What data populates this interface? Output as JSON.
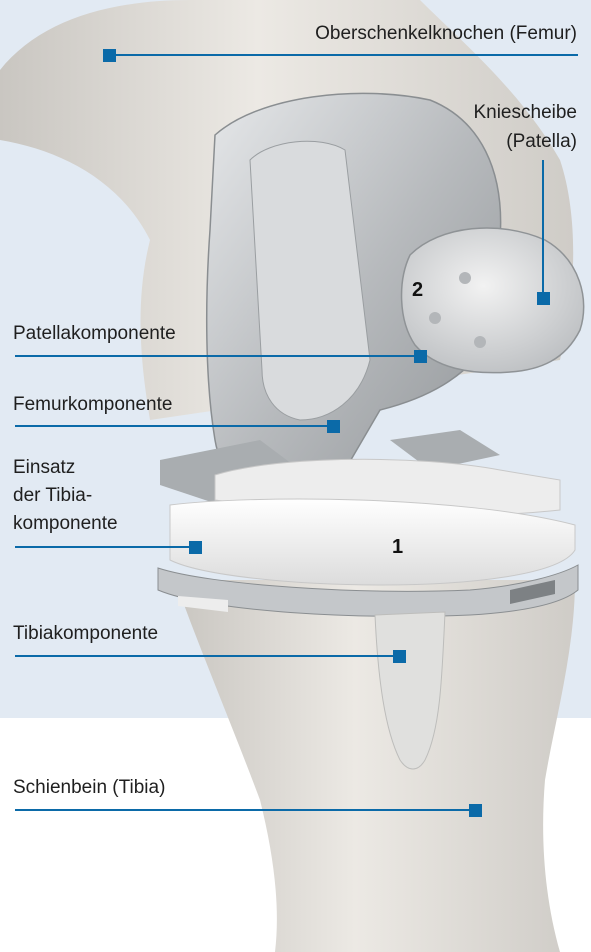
{
  "labels": {
    "femur": "Oberschenkelknochen (Femur)",
    "patella_line1": "Kniescheibe",
    "patella_line2": "(Patella)",
    "patella_component": "Patellakomponente",
    "femur_component": "Femurkomponente",
    "insert_line1": "Einsatz",
    "insert_line2": "der Tibia-",
    "insert_line3": "komponente",
    "tibia_component": "Tibiakomponente",
    "tibia": "Schienbein (Tibia)"
  },
  "markers": {
    "one": "1",
    "two": "2"
  },
  "colors": {
    "background": "#e2eaf3",
    "leader_line": "#0b6aa8",
    "bone": "#dedbd6",
    "metal": "#c9ccce",
    "insert": "#f4f4f4"
  }
}
